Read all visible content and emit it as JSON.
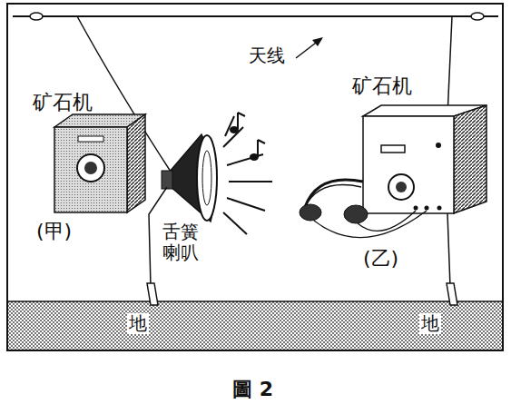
{
  "diagram": {
    "caption": "圖 2",
    "labels": [
      "天线",
      "矿石机",
      "(甲)",
      "舌簧 喇叭",
      "地",
      "矿石机",
      "(乙)",
      "地"
    ]
  }
}
